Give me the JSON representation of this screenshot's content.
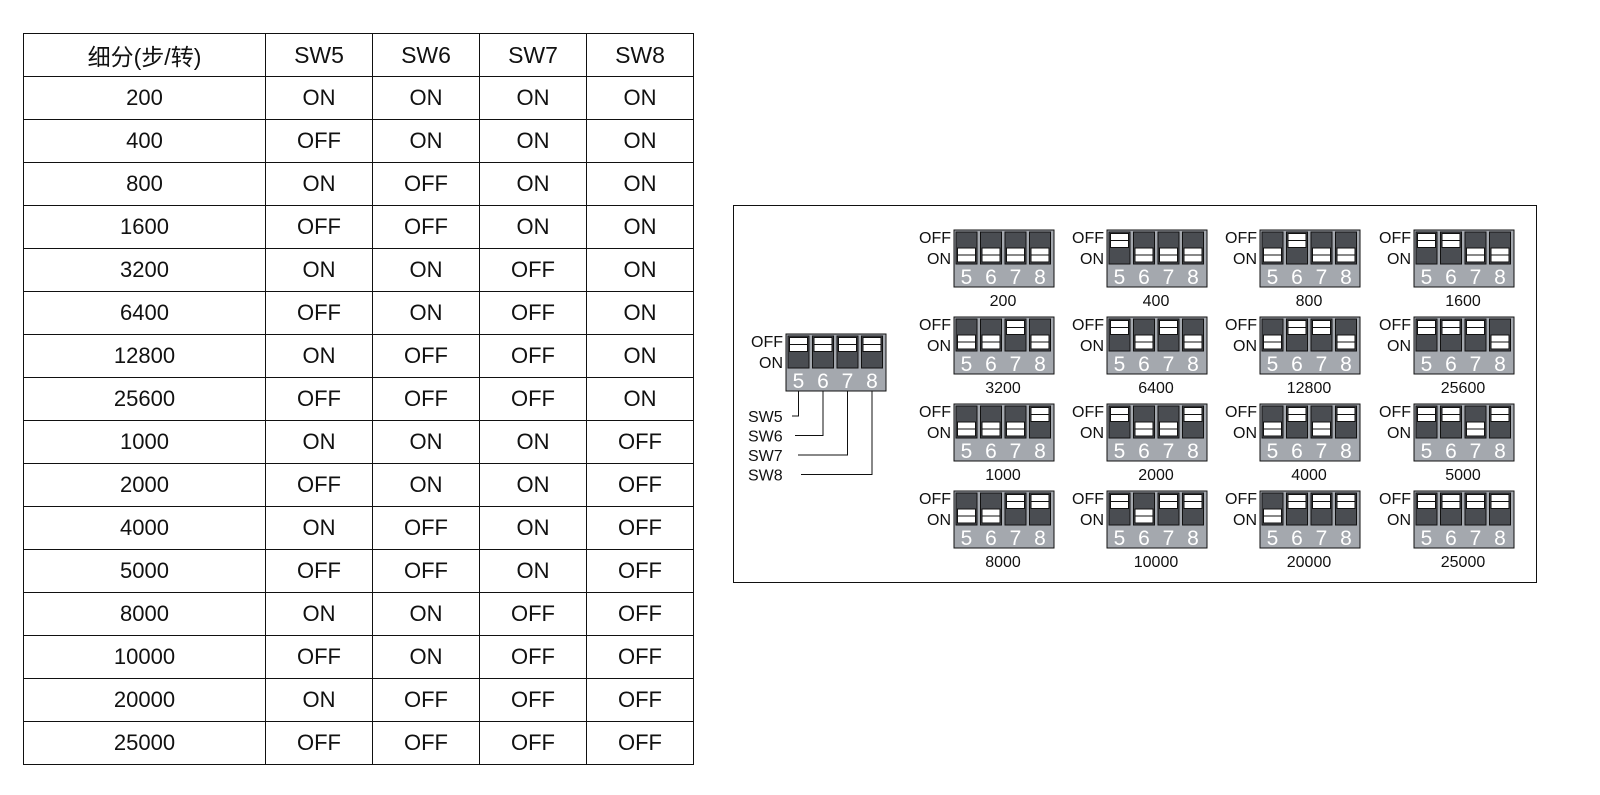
{
  "table": {
    "headers": [
      "细分(步/转)",
      "SW5",
      "SW6",
      "SW7",
      "SW8"
    ],
    "rows": [
      [
        "200",
        "ON",
        "ON",
        "ON",
        "ON"
      ],
      [
        "400",
        "OFF",
        "ON",
        "ON",
        "ON"
      ],
      [
        "800",
        "ON",
        "OFF",
        "ON",
        "ON"
      ],
      [
        "1600",
        "OFF",
        "OFF",
        "ON",
        "ON"
      ],
      [
        "3200",
        "ON",
        "ON",
        "OFF",
        "ON"
      ],
      [
        "6400",
        "OFF",
        "ON",
        "OFF",
        "ON"
      ],
      [
        "12800",
        "ON",
        "OFF",
        "OFF",
        "ON"
      ],
      [
        "25600",
        "OFF",
        "OFF",
        "OFF",
        "ON"
      ],
      [
        "1000",
        "ON",
        "ON",
        "ON",
        "OFF"
      ],
      [
        "2000",
        "OFF",
        "ON",
        "ON",
        "OFF"
      ],
      [
        "4000",
        "ON",
        "OFF",
        "ON",
        "OFF"
      ],
      [
        "5000",
        "OFF",
        "OFF",
        "ON",
        "OFF"
      ],
      [
        "8000",
        "ON",
        "ON",
        "OFF",
        "OFF"
      ],
      [
        "10000",
        "OFF",
        "ON",
        "OFF",
        "OFF"
      ],
      [
        "20000",
        "ON",
        "OFF",
        "OFF",
        "OFF"
      ],
      [
        "25000",
        "OFF",
        "OFF",
        "OFF",
        "OFF"
      ]
    ]
  },
  "diagram": {
    "off_label": "OFF",
    "on_label": "ON",
    "switch_numbers": [
      "5",
      "6",
      "7",
      "8"
    ],
    "legend": {
      "labels": [
        "SW5",
        "SW6",
        "SW7",
        "SW8"
      ],
      "states": [
        "OFF",
        "OFF",
        "OFF",
        "OFF"
      ]
    },
    "settings": [
      {
        "label": "200",
        "states": [
          "ON",
          "ON",
          "ON",
          "ON"
        ]
      },
      {
        "label": "400",
        "states": [
          "OFF",
          "ON",
          "ON",
          "ON"
        ]
      },
      {
        "label": "800",
        "states": [
          "ON",
          "OFF",
          "ON",
          "ON"
        ]
      },
      {
        "label": "1600",
        "states": [
          "OFF",
          "OFF",
          "ON",
          "ON"
        ]
      },
      {
        "label": "3200",
        "states": [
          "ON",
          "ON",
          "OFF",
          "ON"
        ]
      },
      {
        "label": "6400",
        "states": [
          "OFF",
          "ON",
          "OFF",
          "ON"
        ]
      },
      {
        "label": "12800",
        "states": [
          "ON",
          "OFF",
          "OFF",
          "ON"
        ]
      },
      {
        "label": "25600",
        "states": [
          "OFF",
          "OFF",
          "OFF",
          "ON"
        ]
      },
      {
        "label": "1000",
        "states": [
          "ON",
          "ON",
          "ON",
          "OFF"
        ]
      },
      {
        "label": "2000",
        "states": [
          "OFF",
          "ON",
          "ON",
          "OFF"
        ]
      },
      {
        "label": "4000",
        "states": [
          "ON",
          "OFF",
          "ON",
          "OFF"
        ]
      },
      {
        "label": "5000",
        "states": [
          "OFF",
          "OFF",
          "ON",
          "OFF"
        ]
      },
      {
        "label": "8000",
        "states": [
          "ON",
          "ON",
          "OFF",
          "OFF"
        ]
      },
      {
        "label": "10000",
        "states": [
          "OFF",
          "ON",
          "OFF",
          "OFF"
        ]
      },
      {
        "label": "20000",
        "states": [
          "ON",
          "OFF",
          "OFF",
          "OFF"
        ]
      },
      {
        "label": "25000",
        "states": [
          "OFF",
          "OFF",
          "OFF",
          "OFF"
        ]
      }
    ],
    "colors": {
      "switch_body": "#a4a8ae",
      "slot": "#4a4d52",
      "lever": "#ffffff",
      "line": "#111111"
    }
  }
}
